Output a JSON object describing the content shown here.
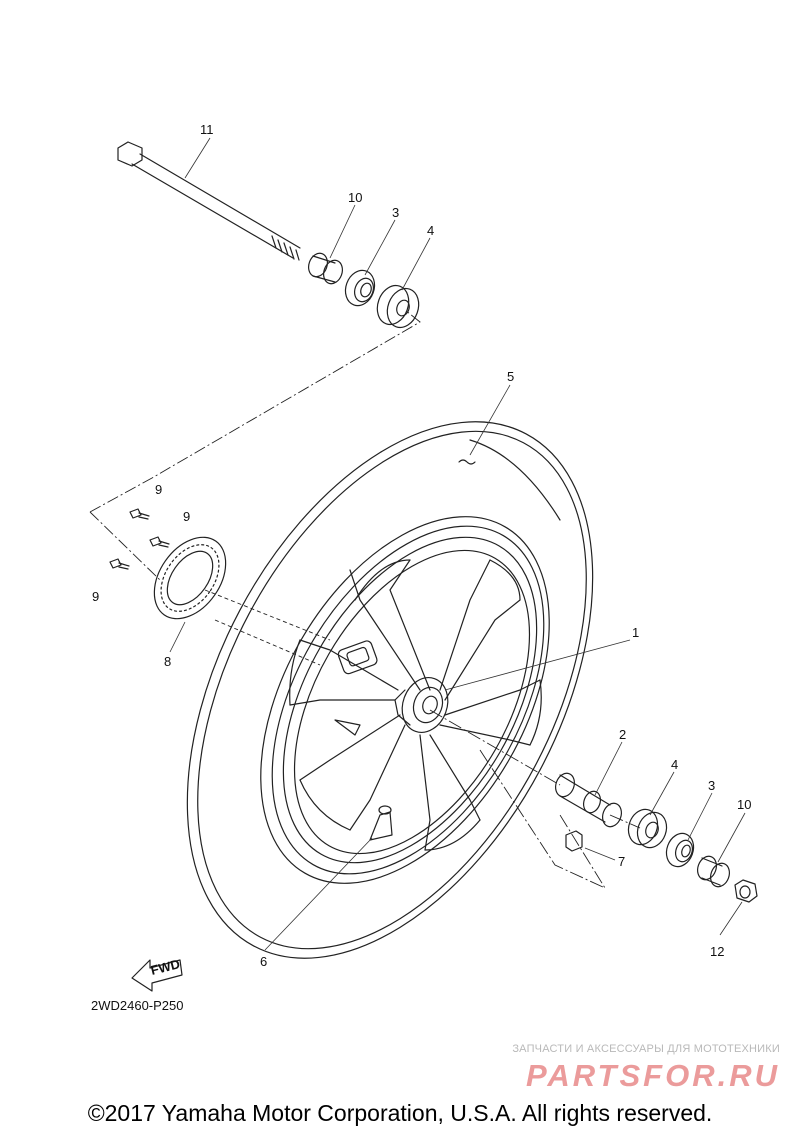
{
  "diagram": {
    "callouts": {
      "c1": "1",
      "c2": "2",
      "c3_top": "3",
      "c3_bottom": "3",
      "c4_top": "4",
      "c4_bottom": "4",
      "c5": "5",
      "c6": "6",
      "c7": "7",
      "c8": "8",
      "c9_a": "9",
      "c9_b": "9",
      "c9_c": "9",
      "c10_top": "10",
      "c10_bottom": "10",
      "c11": "11",
      "c12": "12"
    },
    "fwd_label": "FWD",
    "diagram_code": "2WD2460-P250"
  },
  "watermark": {
    "caption": "ЗАПЧАСТИ И АКСЕССУАРЫ ДЛЯ МОТОТЕХНИКИ",
    "logo": "PARTSFOR.RU"
  },
  "footer": {
    "copyright": "©2017 Yamaha Motor Corporation, U.S.A. All rights reserved."
  }
}
